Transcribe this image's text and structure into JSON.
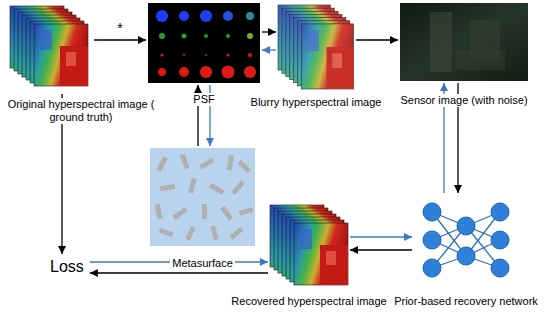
{
  "diagram": {
    "nodes": [
      {
        "text": [
          "Original hyperspectral image ( ground truth)"
        ]
      },
      {
        "text": [
          "PSF"
        ]
      },
      {
        "text": [
          "Blurry hyperspectral image"
        ]
      },
      {
        "text": [
          "Sensor image (with noise)"
        ]
      },
      {
        "text": [
          "Metasurface"
        ]
      },
      {
        "text": [
          "Loss"
        ]
      },
      {
        "text": [
          "Recovered hyperspectral image"
        ]
      },
      {
        "text": [
          "Prior-based recovery network"
        ]
      }
    ],
    "edges": [
      {
        "from": 0,
        "to": 1,
        "label": "*",
        "arrow": "to"
      },
      {
        "from": 1,
        "to": 2,
        "arrow": "to"
      },
      {
        "from": 2,
        "to": 1,
        "arrow": "to"
      },
      {
        "from": 2,
        "to": 3,
        "arrow": "to"
      },
      {
        "from": 4,
        "to": 1,
        "arrow": "to"
      },
      {
        "from": 1,
        "to": 4,
        "arrow": "to"
      },
      {
        "from": 3,
        "to": 7,
        "arrow": "to"
      },
      {
        "from": 7,
        "to": 3,
        "arrow": "to"
      },
      {
        "from": 7,
        "to": 6,
        "arrow": "to"
      },
      {
        "from": 6,
        "to": 7,
        "arrow": "to"
      },
      {
        "from": 6,
        "to": 5,
        "arrow": "to"
      },
      {
        "from": 5,
        "to": 6,
        "arrow": "to"
      },
      {
        "from": 0,
        "to": 5,
        "arrow": "to"
      }
    ]
  }
}
